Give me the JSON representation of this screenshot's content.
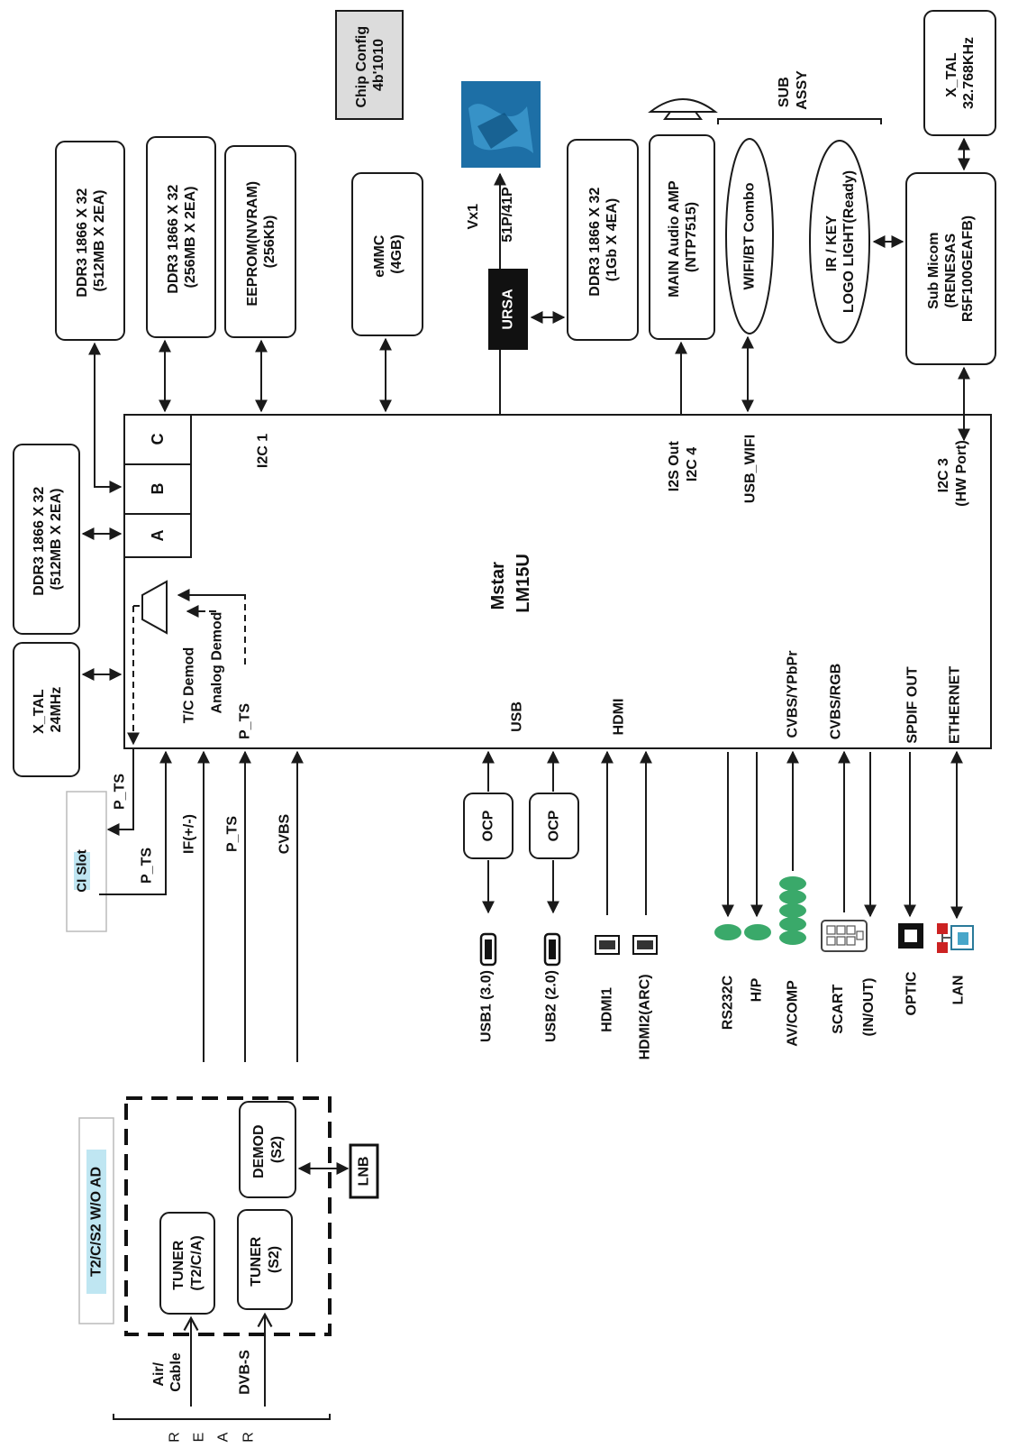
{
  "main_chip": {
    "line1": "Mstar",
    "line2": "LM15U"
  },
  "memory_ports": {
    "a": "A",
    "b": "B",
    "c": "C"
  },
  "ddr_left": {
    "line1": "DDR3 1866 X 32",
    "line2": "(512MB X 2EA)"
  },
  "xtal_left": {
    "line1": "X_TAL",
    "line2": "24MHz"
  },
  "ddr_top1": {
    "line1": "DDR3 1866 X 32",
    "line2": "(512MB X 2EA)"
  },
  "ddr_top2": {
    "line1": "DDR3 1866 X 32",
    "line2": "(256MB X 2EA)"
  },
  "eeprom": {
    "line1": "EEPROM(NVRAM)",
    "line2": "(256Kb)"
  },
  "emmc": {
    "line1": "eMMC",
    "line2": "(4GB)"
  },
  "chip_config": {
    "line1": "Chip Config",
    "line2": "4b'1010"
  },
  "ursa": "URSA",
  "vx1": {
    "line1": "Vx1",
    "line2": "51P/41P"
  },
  "ddr_ursa": {
    "line1": "DDR3 1866 X 32",
    "line2": "(1Gb X 4EA)"
  },
  "audio_amp": {
    "line1": "MAIN Audio AMP",
    "line2": "(NTP7515)"
  },
  "wifi": "WIFI/BT Combo",
  "sub_assy": {
    "line1": "SUB",
    "line2": "ASSY"
  },
  "ir_key": {
    "line1": "IR / KEY",
    "line2": "LOGO LIGHT(Ready)"
  },
  "sub_micom": {
    "line1": "Sub Micom",
    "line2": "(RENESAS",
    "line3": "R5F100GEAFB)"
  },
  "xtal_right": {
    "line1": "X_TAL",
    "line2": "32.768KHz"
  },
  "inner_labels": {
    "i2c1": "I2C 1",
    "i2s_line1": "I2S Out",
    "i2s_line2": "I2C 4",
    "usb_wifi": "USB_WIFI",
    "i2c3_line1": "I2C 3",
    "i2c3_line2": "(HW Port)",
    "tc_demod": "T/C Demod",
    "analog_demod": "Analog Demod",
    "p_ts": "P_TS",
    "usb": "USB",
    "hdmi": "HDMI",
    "cvbs_ypbpr": "CVBS/YPbPr",
    "cvbs_rgb": "CVBS/RGB",
    "spdif": "SPDIF OUT",
    "ethernet": "ETHERNET"
  },
  "ci_slot": {
    "title": "CI Slot",
    "p_ts_out": "P_TS",
    "p_ts_in": "P_TS"
  },
  "signal_labels": {
    "if": "IF(+/-)",
    "p_ts": "P_TS",
    "cvbs": "CVBS"
  },
  "ocp": {
    "usb1": "OCP",
    "usb2": "OCP"
  },
  "connectors": {
    "usb1": "USB1 (3.0)",
    "usb2": "USB2 (2.0)",
    "hdmi1": "HDMI1",
    "hdmi2": "HDMI2(ARC)",
    "rs232c": "RS232C",
    "hp": "H/P",
    "av_comp": "AV/COMP",
    "scart_line1": "SCART",
    "scart_line2": "(IN/OUT)",
    "optic": "OPTIC",
    "lan": "LAN"
  },
  "tuner_module": {
    "title": "T2/C/S2 W/O AD",
    "tuner1": {
      "line1": "TUNER",
      "line2": "(T2/C/A)"
    },
    "tuner2": {
      "line1": "TUNER",
      "line2": "(S2)"
    },
    "demod": {
      "line1": "DEMOD",
      "line2": "(S2)"
    },
    "lnb": "LNB"
  },
  "inputs": {
    "air_line1": "Air/",
    "air_line2": "Cable",
    "dvbs": "DVB-S"
  },
  "rear": {
    "r1": "R",
    "e": "E",
    "a": "A",
    "r2": "R"
  },
  "colors": {
    "stroke": "#1a1a1a",
    "ursa_fill": "#111111",
    "green_jack": "#3aa96a",
    "label_highlight": "#bfe6f2",
    "chip_config_fill": "#dcdcdc",
    "panel_image": "#1d6fa6"
  }
}
